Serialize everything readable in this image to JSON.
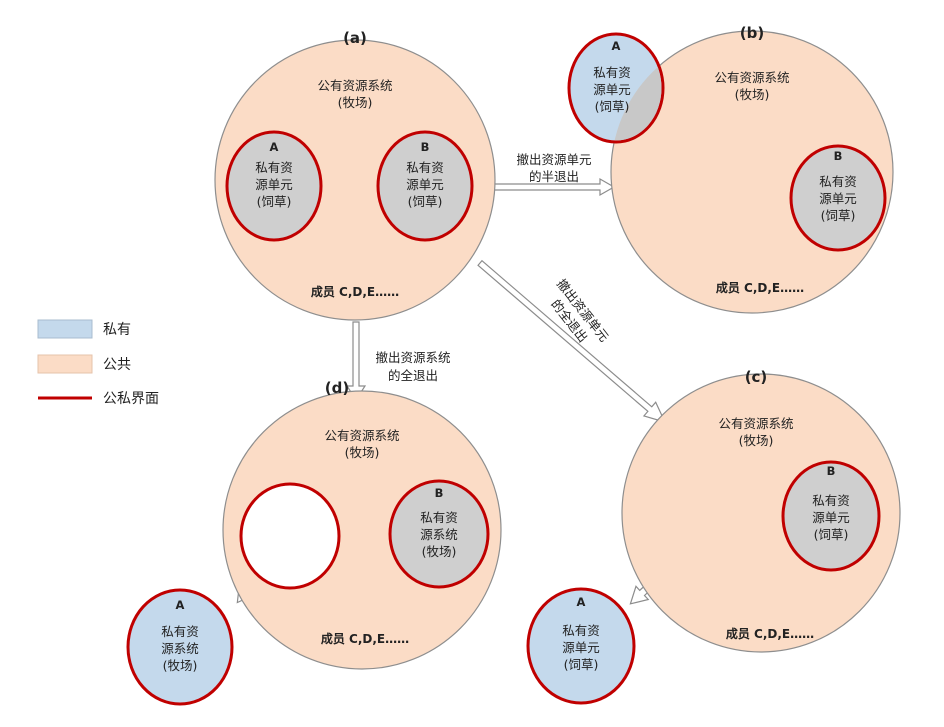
{
  "colors": {
    "public_fill": "#fbdcc6",
    "public_stroke": "#8e8e8e",
    "private_fill": "#c4d9ec",
    "grey_fill": "#cfcfcf",
    "boundary": "#c00000",
    "white": "#ffffff"
  },
  "panels": {
    "a": {
      "label": "(a)",
      "public": [
        "公有资源系统",
        "(牧场)"
      ],
      "unitA": {
        "letter": "A",
        "lines": [
          "私有资",
          "源单元",
          "(饲草)"
        ]
      },
      "unitB": {
        "letter": "B",
        "lines": [
          "私有资",
          "源单元",
          "(饲草)"
        ]
      },
      "members": "成员 C,D,E……"
    },
    "b": {
      "label": "(b)",
      "public": [
        "公有资源系统",
        "(牧场)"
      ],
      "unitA": {
        "letter": "A",
        "lines": [
          "私有资",
          "源单元",
          "(饲草)"
        ]
      },
      "unitB": {
        "letter": "B",
        "lines": [
          "私有资",
          "源单元",
          "(饲草)"
        ]
      },
      "members": "成员 C,D,E……"
    },
    "c": {
      "label": "(c)",
      "public": [
        "公有资源系统",
        "(牧场)"
      ],
      "unitA": {
        "letter": "A",
        "lines": [
          "私有资",
          "源单元",
          "(饲草)"
        ]
      },
      "unitB": {
        "letter": "B",
        "lines": [
          "私有资",
          "源单元",
          "(饲草)"
        ]
      },
      "members": "成员 C,D,E……"
    },
    "d": {
      "label": "(d)",
      "public": [
        "公有资源系统",
        "(牧场)"
      ],
      "unitA": {
        "letter": "A",
        "lines": [
          "私有资",
          "源系统",
          "(牧场)"
        ]
      },
      "unitB": {
        "letter": "B",
        "lines": [
          "私有资",
          "源系统",
          "(牧场)"
        ]
      },
      "members": "成员 C,D,E……"
    }
  },
  "transitions": {
    "a_to_b": [
      "撤出资源单元",
      "的半退出"
    ],
    "a_to_c": [
      "撤出资源单元",
      "的全退出"
    ],
    "a_to_d": [
      "撤出资源系统",
      "的全退出"
    ]
  },
  "legend": {
    "private": "私有",
    "public": "公共",
    "boundary": "公私界面"
  }
}
